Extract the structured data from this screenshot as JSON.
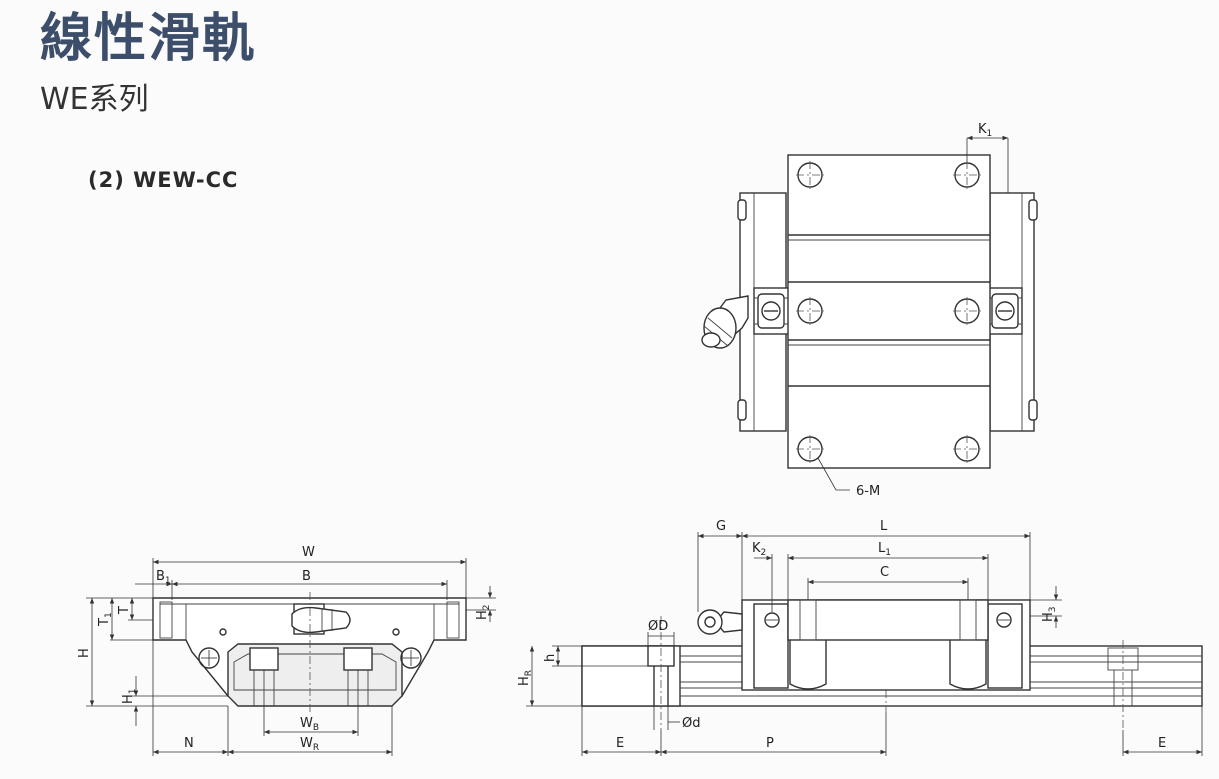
{
  "header": {
    "title": "線性滑軌",
    "subtitle": "WE系列",
    "section": "(2) WEW-CC"
  },
  "top_view": {
    "labels": {
      "k1": "K",
      "k1_sub": "1",
      "hole_note": "6-M"
    }
  },
  "front_view": {
    "labels": {
      "w": "W",
      "b1": "B",
      "b1_sub": "1",
      "b": "B",
      "t1": "T",
      "t1_sub": "1",
      "t": "T",
      "h": "H",
      "h1": "H",
      "h1_sub": "1",
      "h2": "H",
      "h2_sub": "2",
      "wb": "W",
      "wb_sub": "B",
      "wr": "W",
      "wr_sub": "R",
      "n": "N"
    }
  },
  "side_view": {
    "labels": {
      "g": "G",
      "l": "L",
      "l1": "L",
      "l1_sub": "1",
      "k2": "K",
      "k2_sub": "2",
      "c": "C",
      "h3": "H",
      "h3_sub": "3",
      "od": "ØD",
      "small_d": "Ød",
      "h": "h",
      "hr": "H",
      "hr_sub": "R",
      "e_left": "E",
      "p": "P",
      "e_right": "E"
    }
  }
}
